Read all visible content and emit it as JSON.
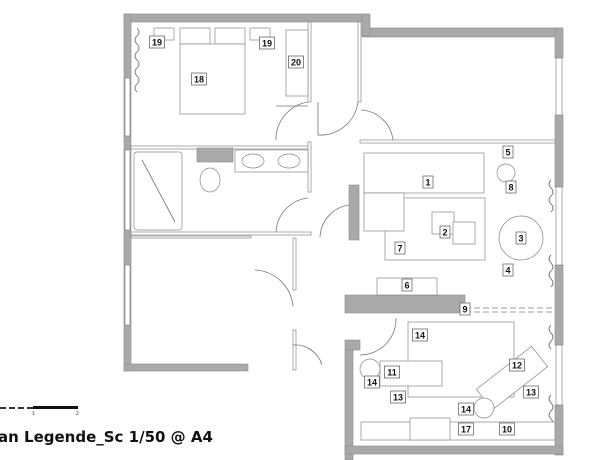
{
  "title": "an Legende_Sc 1/50 @ A4",
  "scale_bar": {
    "ticks": [
      "1",
      "2"
    ]
  },
  "colors": {
    "wall": "#a9a9a9",
    "line": "#777777",
    "label_border": "#555555"
  },
  "labels": [
    {
      "id": "19"
    },
    {
      "id": "19"
    },
    {
      "id": "18"
    },
    {
      "id": "20"
    },
    {
      "id": "1"
    },
    {
      "id": "2"
    },
    {
      "id": "3"
    },
    {
      "id": "4"
    },
    {
      "id": "5"
    },
    {
      "id": "6"
    },
    {
      "id": "7"
    },
    {
      "id": "8"
    },
    {
      "id": "9"
    },
    {
      "id": "14"
    },
    {
      "id": "11"
    },
    {
      "id": "14"
    },
    {
      "id": "12"
    },
    {
      "id": "13"
    },
    {
      "id": "13"
    },
    {
      "id": "14"
    },
    {
      "id": "17"
    },
    {
      "id": "10"
    }
  ]
}
